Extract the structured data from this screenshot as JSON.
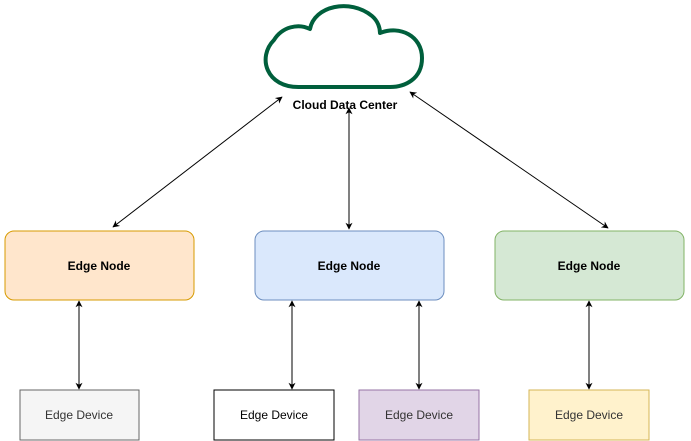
{
  "cloud": {
    "label": "Cloud Data Center",
    "stroke_color": "#005f3c"
  },
  "edge_nodes": [
    {
      "label": "Edge Node",
      "fill": "#ffe6cc",
      "stroke": "#d79b00"
    },
    {
      "label": "Edge Node",
      "fill": "#dae8fc",
      "stroke": "#6c8ebf"
    },
    {
      "label": "Edge Node",
      "fill": "#d5e8d4",
      "stroke": "#82b366"
    }
  ],
  "edge_devices": [
    {
      "label": "Edge Device",
      "fill": "#f5f5f5",
      "stroke": "#666666"
    },
    {
      "label": "Edge Device",
      "fill": "#ffffff",
      "stroke": "#000000"
    },
    {
      "label": "Edge Device",
      "fill": "#e1d5e7",
      "stroke": "#9673a6"
    },
    {
      "label": "Edge Device",
      "fill": "#fff2cc",
      "stroke": "#d6b656"
    }
  ]
}
